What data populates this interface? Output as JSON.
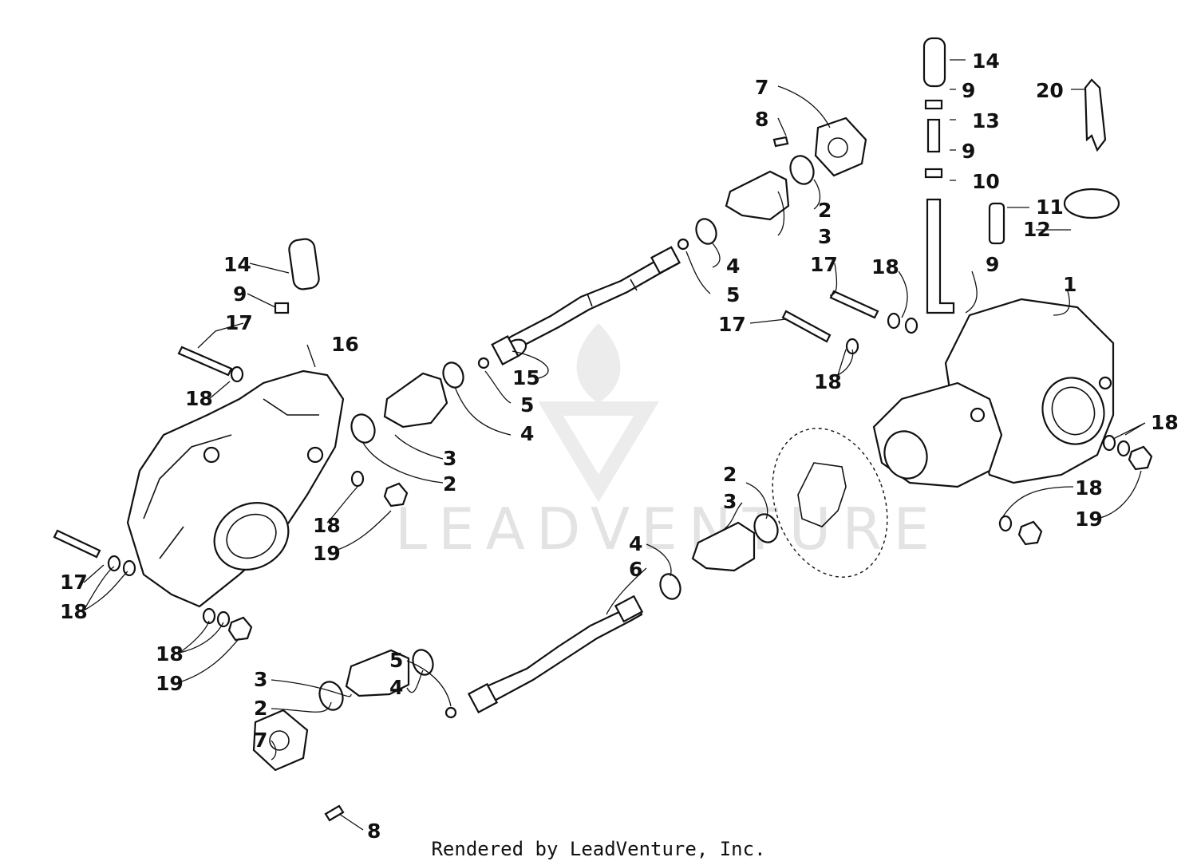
{
  "diagram": {
    "watermark": "LEADVENTURE",
    "footer": "Rendered by LeadVenture, Inc.",
    "callouts": [
      {
        "id": "c14a",
        "text": "14"
      },
      {
        "id": "c9a",
        "text": "9"
      },
      {
        "id": "c13",
        "text": "13"
      },
      {
        "id": "c9b",
        "text": "9"
      },
      {
        "id": "c10",
        "text": "10"
      },
      {
        "id": "c11",
        "text": "11"
      },
      {
        "id": "c12",
        "text": "12"
      },
      {
        "id": "c20",
        "text": "20"
      },
      {
        "id": "c7a",
        "text": "7"
      },
      {
        "id": "c8a",
        "text": "8"
      },
      {
        "id": "c2a",
        "text": "2"
      },
      {
        "id": "c3a",
        "text": "3"
      },
      {
        "id": "c4a",
        "text": "4"
      },
      {
        "id": "c5a",
        "text": "5"
      },
      {
        "id": "c17a",
        "text": "17"
      },
      {
        "id": "c18a",
        "text": "18"
      },
      {
        "id": "c9c",
        "text": "9"
      },
      {
        "id": "c1",
        "text": "1"
      },
      {
        "id": "c17b",
        "text": "17"
      },
      {
        "id": "c18b",
        "text": "18"
      },
      {
        "id": "c14b",
        "text": "14"
      },
      {
        "id": "c9d",
        "text": "9"
      },
      {
        "id": "c17c",
        "text": "17"
      },
      {
        "id": "c16",
        "text": "16"
      },
      {
        "id": "c18c",
        "text": "18"
      },
      {
        "id": "c15",
        "text": "15"
      },
      {
        "id": "c5b",
        "text": "5"
      },
      {
        "id": "c4b",
        "text": "4"
      },
      {
        "id": "c3b",
        "text": "3"
      },
      {
        "id": "c2b",
        "text": "2"
      },
      {
        "id": "c18d",
        "text": "18"
      },
      {
        "id": "c19a",
        "text": "19"
      },
      {
        "id": "c18e",
        "text": "18"
      },
      {
        "id": "c2c",
        "text": "2"
      },
      {
        "id": "c3c",
        "text": "3"
      },
      {
        "id": "c18f",
        "text": "18"
      },
      {
        "id": "c19b",
        "text": "19"
      },
      {
        "id": "c4c",
        "text": "4"
      },
      {
        "id": "c6",
        "text": "6"
      },
      {
        "id": "c17d",
        "text": "17"
      },
      {
        "id": "c18g",
        "text": "18"
      },
      {
        "id": "c18h",
        "text": "18"
      },
      {
        "id": "c19c",
        "text": "19"
      },
      {
        "id": "c5c",
        "text": "5"
      },
      {
        "id": "c4d",
        "text": "4"
      },
      {
        "id": "c3d",
        "text": "3"
      },
      {
        "id": "c2d",
        "text": "2"
      },
      {
        "id": "c7b",
        "text": "7"
      },
      {
        "id": "c8b",
        "text": "8"
      }
    ]
  }
}
